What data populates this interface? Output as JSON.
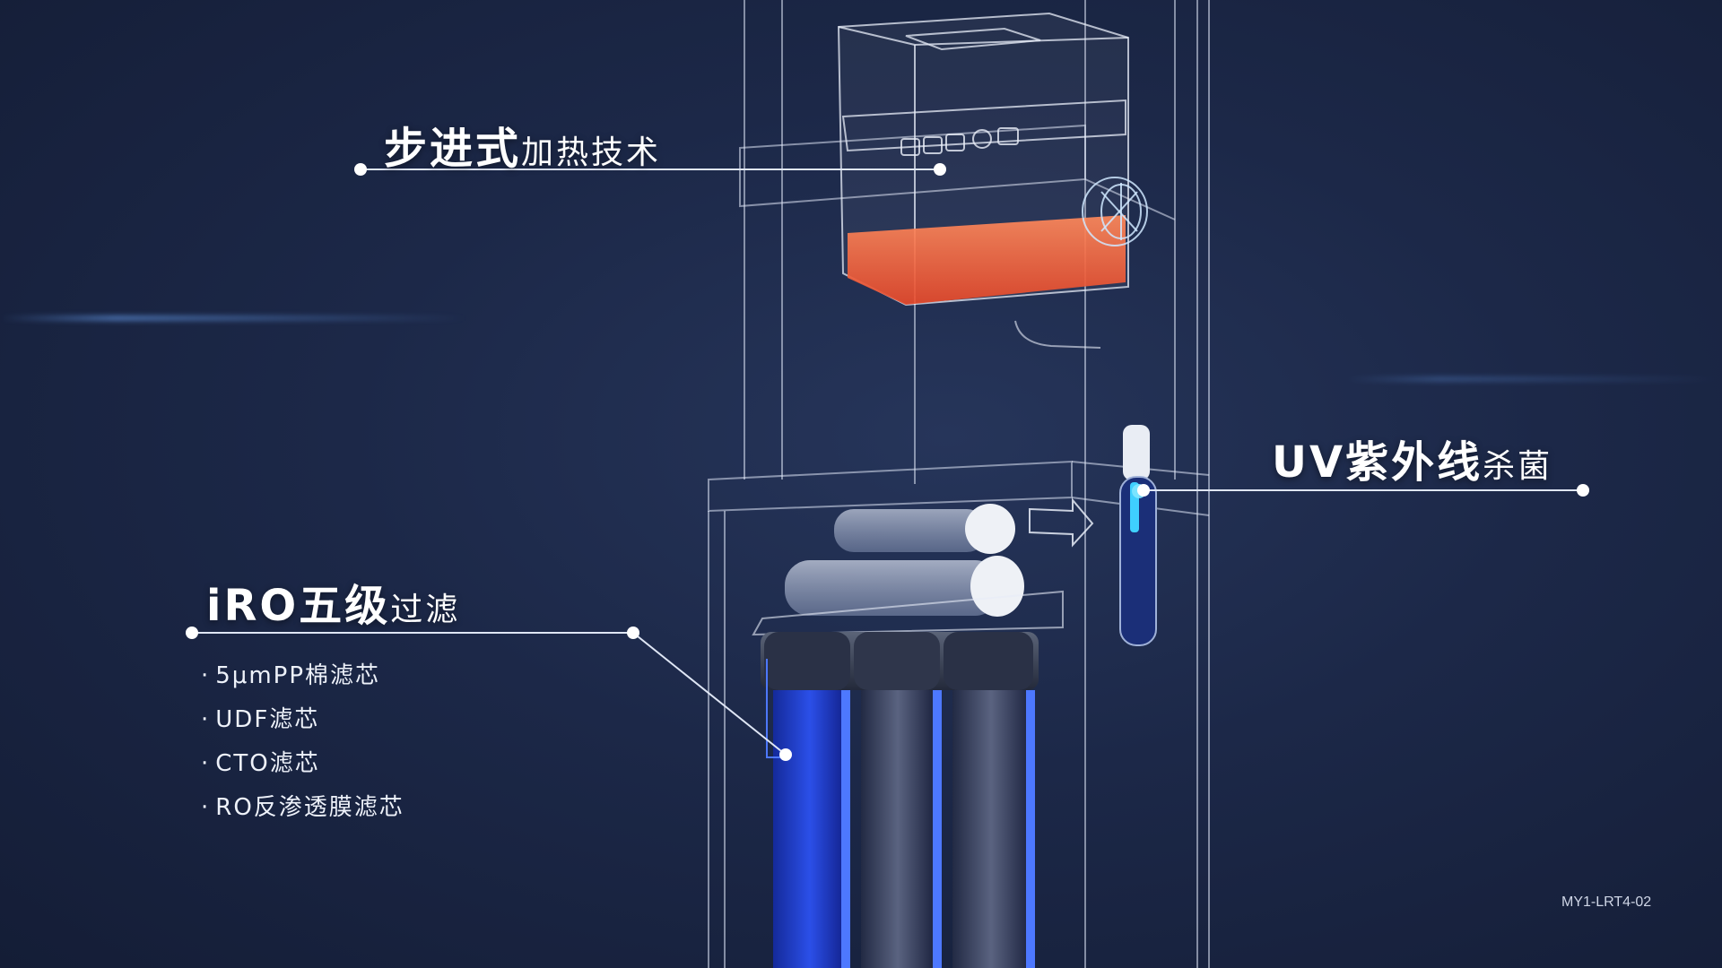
{
  "callouts": {
    "heating": {
      "strong": "步进式",
      "light": "加热技术"
    },
    "uv": {
      "strong": "UV紫外线",
      "light": "杀菌"
    },
    "filter": {
      "strong": "iRO五级",
      "light": "过滤"
    }
  },
  "filter_stages": [
    "5μmPP棉滤芯",
    "UDF滤芯",
    "CTO滤芯",
    "RO反渗透膜滤芯"
  ],
  "bullet_marker": "·",
  "model_code": "MY1-LRT4-02",
  "colors": {
    "background": "#1c2848",
    "wireframe": "#dfe6f5",
    "heater": "#ff6a3d",
    "filter_blue": "#1f3fd6",
    "uv_glow": "#3fd0ff"
  }
}
